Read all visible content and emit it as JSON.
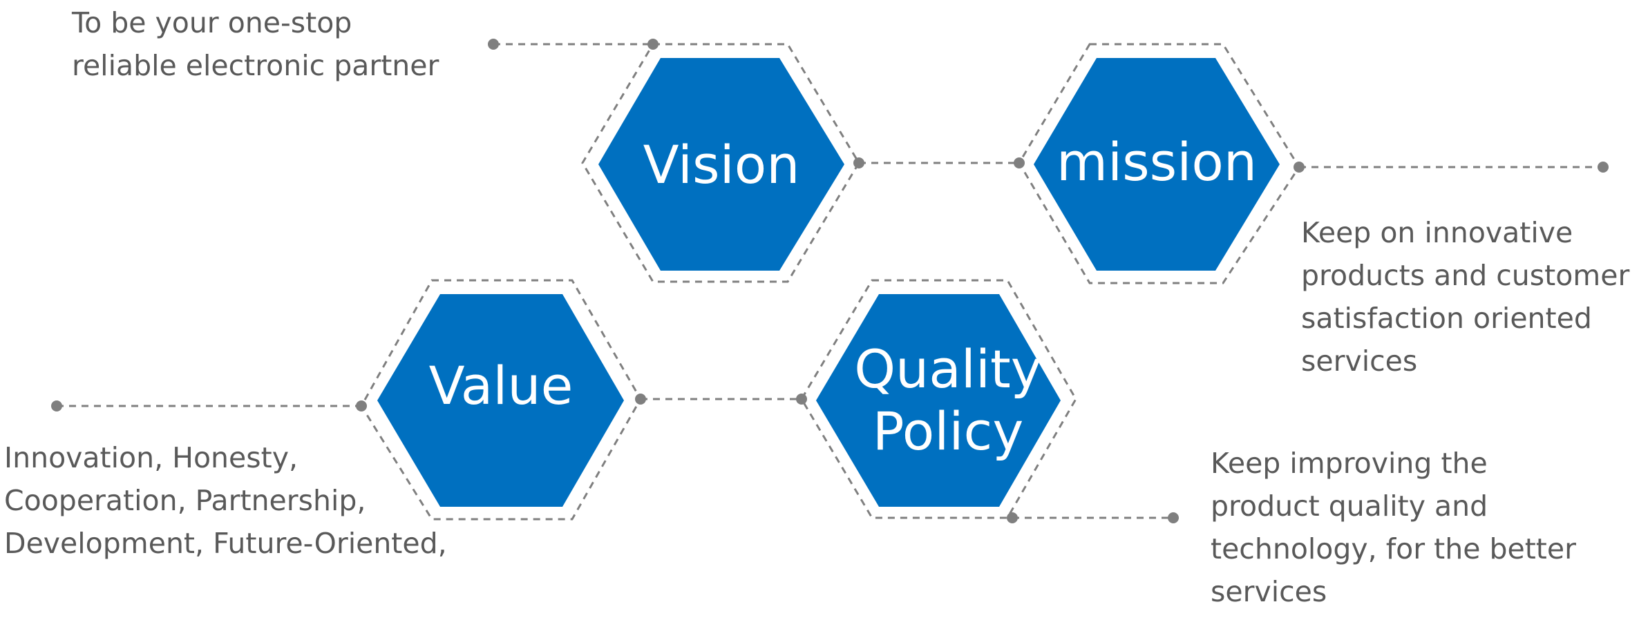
{
  "colors": {
    "hex_fill": "#0070C0",
    "hex_text": "#FFFFFF",
    "outline": "#7F7F7F",
    "connector": "#7F7F7F",
    "dot": "#7F7F7F",
    "caption_text": "#595959"
  },
  "nodes": {
    "vision": {
      "label": "Vision"
    },
    "mission": {
      "label": "mission"
    },
    "value": {
      "label": "Value"
    },
    "quality": {
      "label_line1": "Quality",
      "label_line2": "Policy"
    }
  },
  "captions": {
    "vision": {
      "lines": [
        "To be your one-stop",
        "reliable electronic partner"
      ]
    },
    "mission": {
      "lines": [
        "Keep on innovative",
        "products and customer",
        "satisfaction oriented",
        "services"
      ]
    },
    "value": {
      "lines": [
        "Innovation, Honesty,",
        "Cooperation,  Partnership,",
        "Development,  Future-Oriented,"
      ]
    },
    "quality": {
      "lines": [
        "Keep improving the",
        "product quality and",
        "technology, for the better",
        "services"
      ]
    }
  }
}
